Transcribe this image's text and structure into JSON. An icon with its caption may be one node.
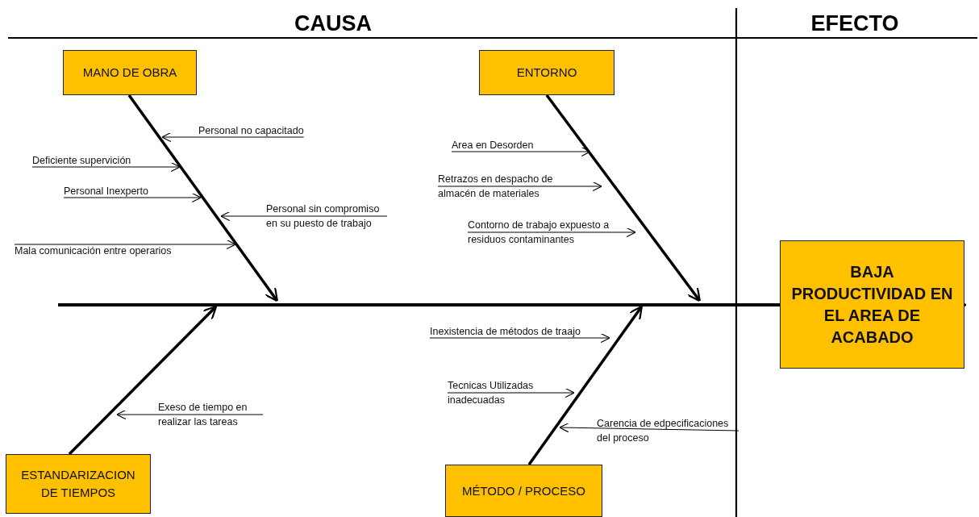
{
  "diagram": {
    "nodes": [
      {
        "text": [
          "MANO DE OBRA"
        ]
      },
      {
        "text": [
          "Personal no capacitado"
        ]
      },
      {
        "text": [
          "Deficiente supervición"
        ]
      },
      {
        "text": [
          "Personal Inexperto"
        ]
      },
      {
        "text": [
          "Personal sin compromiso en su puesto de trabajo"
        ]
      },
      {
        "text": [
          "Mala comunicación entre operarios"
        ]
      },
      {
        "text": [
          "ENTORNO"
        ]
      },
      {
        "text": [
          "Area en Desorden"
        ]
      },
      {
        "text": [
          "Retrazos en despacho de almacén de materiales"
        ]
      },
      {
        "text": [
          "Contorno de trabajo expuesto a residuos contaminantes"
        ]
      },
      {
        "text": [
          "BAJA PRODUCTIVIDAD EN EL AREA DE ACABADO"
        ]
      },
      {
        "text": [
          "Exeso de tiempo en realizar las tareas"
        ]
      },
      {
        "text": [
          "ESTANDARIZACION DE TIEMPOS"
        ]
      },
      {
        "text": [
          "Inexistencia de métodos de traajo"
        ]
      },
      {
        "text": [
          "Tecnicas Utilizadas inadecuadas"
        ]
      },
      {
        "text": [
          "Carencia de edpecificaciones del proceso"
        ]
      },
      {
        "text": [
          "MÉTODO / PROCESO"
        ]
      }
    ],
    "edges": [
      {
        "from": null,
        "to": 10,
        "arrow": "to",
        "style": "thick"
      },
      {
        "from": 0,
        "to": null,
        "arrow": "to",
        "style": "thick"
      },
      {
        "from": 6,
        "to": null,
        "arrow": "to",
        "style": "thick"
      },
      {
        "from": 12,
        "to": null,
        "arrow": "to",
        "style": "thick"
      },
      {
        "from": 16,
        "to": null,
        "arrow": "to",
        "style": "thick"
      },
      {
        "from": 1,
        "to": null,
        "arrow": "to"
      },
      {
        "from": 2,
        "to": null,
        "arrow": "to"
      },
      {
        "from": 3,
        "to": null,
        "arrow": "to"
      },
      {
        "from": 4,
        "to": null,
        "arrow": "to"
      },
      {
        "from": 5,
        "to": null,
        "arrow": "to"
      },
      {
        "from": 7,
        "to": null,
        "arrow": "to"
      },
      {
        "from": 8,
        "to": null,
        "arrow": "to"
      },
      {
        "from": 9,
        "to": null,
        "arrow": "to"
      },
      {
        "from": 11,
        "to": null,
        "arrow": "to"
      },
      {
        "from": 13,
        "to": null,
        "arrow": "to"
      },
      {
        "from": 14,
        "to": null,
        "arrow": "to"
      },
      {
        "from": 15,
        "to": null,
        "arrow": "to"
      }
    ],
    "labels": [
      "CAUSA",
      "EFECTO"
    ]
  }
}
